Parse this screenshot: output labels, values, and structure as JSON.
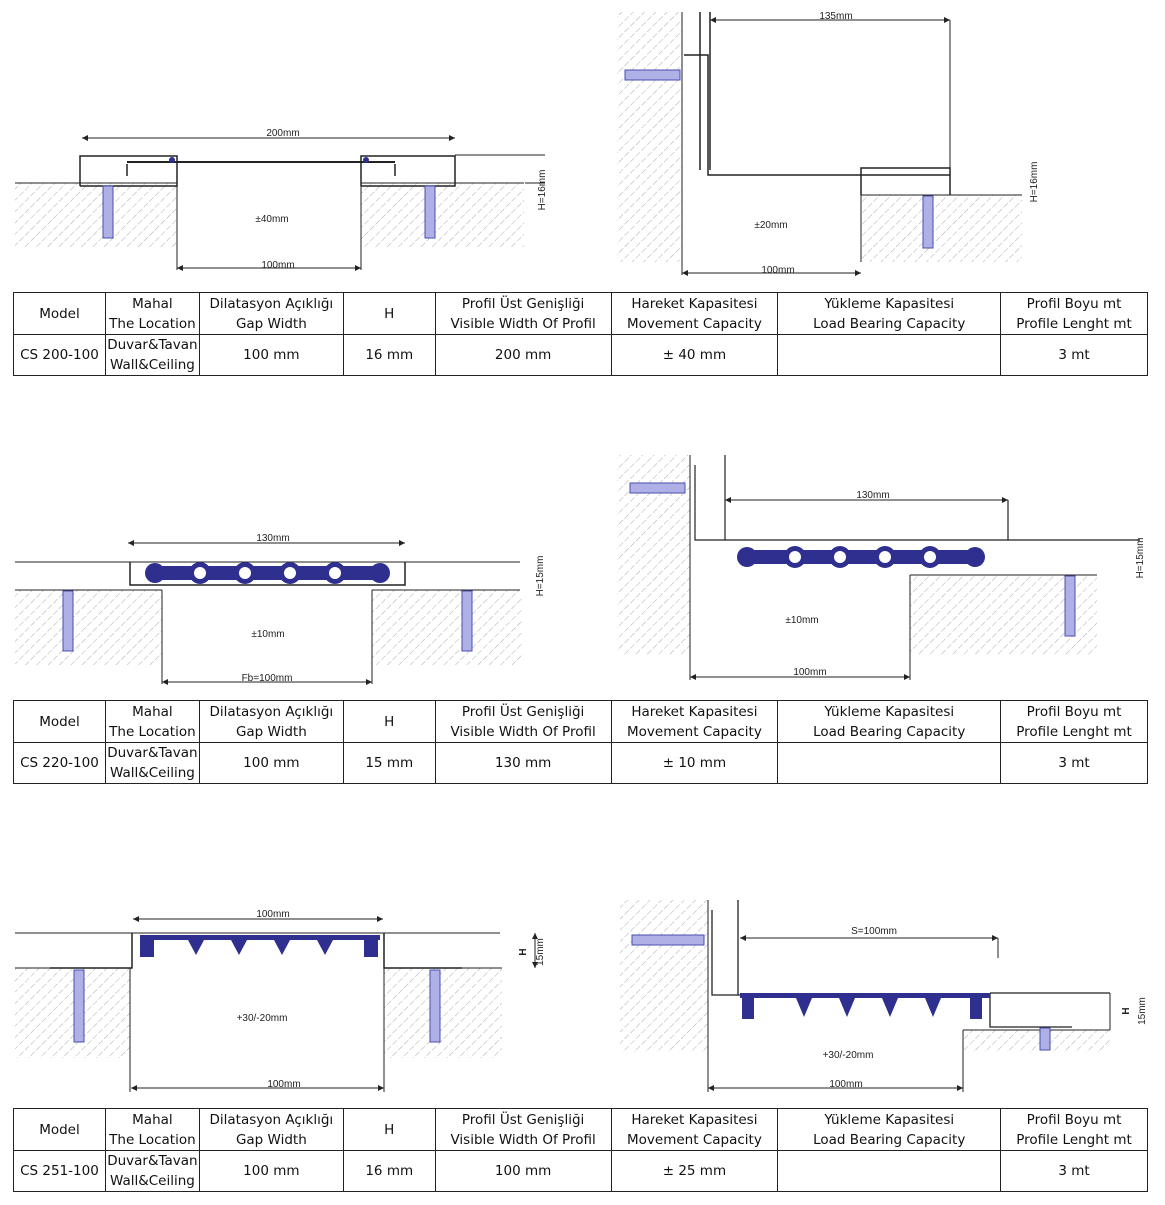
{
  "table_headers": {
    "model": "Model",
    "location": [
      "Mahal",
      "The Location"
    ],
    "gap": [
      "Dilatasyon Açıklığı",
      "Gap Width"
    ],
    "h": "H",
    "visible": [
      "Profil Üst Genişliği",
      "Visible Width Of Profil"
    ],
    "movement": [
      "Hareket Kapasitesi",
      "Movement Capacity"
    ],
    "load": [
      "Yükleme Kapasitesi",
      "Load Bearing Capacity"
    ],
    "length": [
      "Profil Boyu mt",
      "Profile Lenght mt"
    ]
  },
  "products": [
    {
      "model": "CS 200-100",
      "location": [
        "Duvar&Tavan",
        "Wall&Ceiling"
      ],
      "gap": "100 mm",
      "h": "16 mm",
      "visible": "200 mm",
      "movement": "± 40 mm",
      "load": "",
      "length": "3 mt"
    },
    {
      "model": "CS 220-100",
      "location": [
        "Duvar&Tavan",
        "Wall&Ceiling"
      ],
      "gap": "100 mm",
      "h": "15 mm",
      "visible": "130 mm",
      "movement": "± 10 mm",
      "load": "",
      "length": "3 mt"
    },
    {
      "model": "CS 251-100",
      "location": [
        "Duvar&Tavan",
        "Wall&Ceiling"
      ],
      "gap": "100 mm",
      "h": "16 mm",
      "visible": "100 mm",
      "movement": "± 25 mm",
      "load": "",
      "length": "3 mt"
    }
  ],
  "drawings": {
    "d1": {
      "width": "200mm",
      "gap": "100mm",
      "movement": "±40mm",
      "height": "H=16mm"
    },
    "d2": {
      "width": "135mm",
      "gap": "100mm",
      "movement": "±20mm",
      "height": "H=16mm"
    },
    "d3": {
      "width": "130mm",
      "gap": "Fb=100mm",
      "movement": "±10mm",
      "height": "H=15mm"
    },
    "d4": {
      "width": "130mm",
      "gap": "100mm",
      "movement": "±10mm",
      "height": "H=15mm"
    },
    "d5": {
      "width": "100mm",
      "gap": "100mm",
      "movement": "+30/-20mm",
      "h": "H",
      "height": "15mm"
    },
    "d6": {
      "width": "S=100mm",
      "gap": "100mm",
      "movement": "+30/-20mm",
      "h": "H",
      "height": "15mm"
    }
  },
  "colors": {
    "seal": "#2e2f8f",
    "anchor": "#6b6fc4",
    "hatch": "#8a8a8a"
  }
}
